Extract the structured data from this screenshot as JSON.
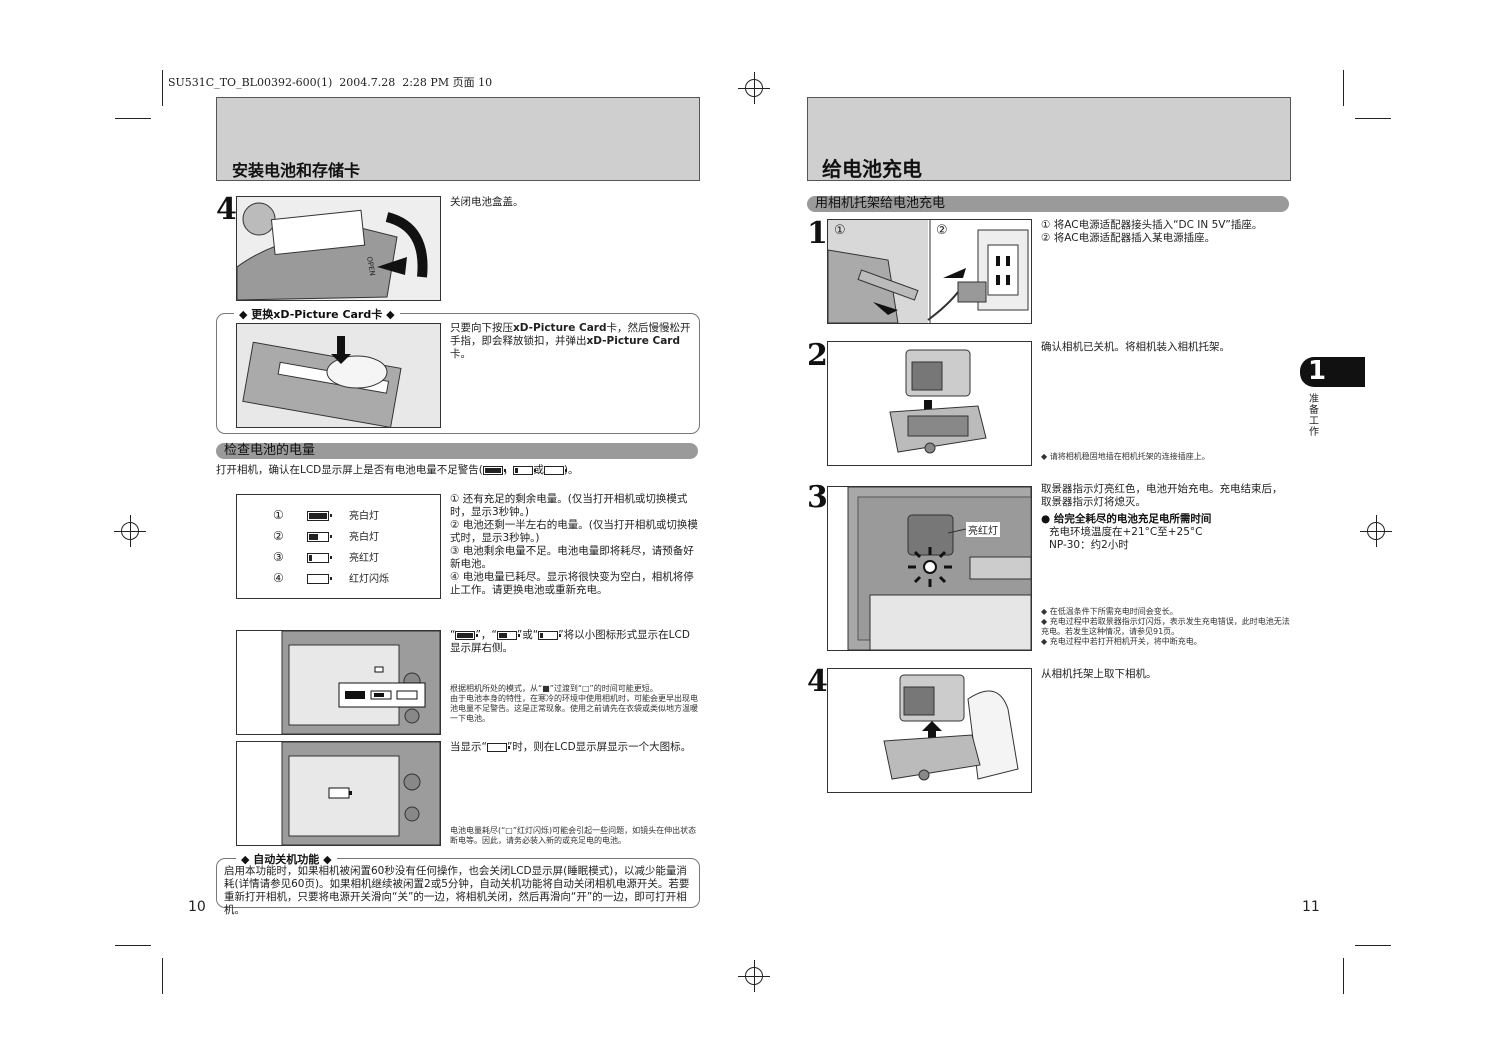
{
  "doc_header": "SU531C_TO_BL00392-600(1)  2004.7.28  2:28 PM 页面 10",
  "left": {
    "section_title": "安装电池和存储卡",
    "step4": {
      "num": "4",
      "text": "关闭电池盒盖。",
      "image_label": "OPEN"
    },
    "xd_box": {
      "label": "◆ 更换xD-Picture Card卡 ◆",
      "text_parts": [
        "只要向下按压",
        "xD-Picture Card",
        "卡，然后慢慢松开手指，即会释放锁扣，并弹出",
        "xD-Picture Card",
        "卡。"
      ]
    },
    "battery_check": {
      "title": "检查电池的电量",
      "intro_parts": [
        "打开相机，确认在LCD显示屏上是否有电池电量不足警告(",
        "，",
        "或",
        ")。"
      ],
      "levels": [
        {
          "num": "①",
          "label": "亮白灯",
          "fill": 1.0
        },
        {
          "num": "②",
          "label": "亮白灯",
          "fill": 0.5
        },
        {
          "num": "③",
          "label": "亮红灯",
          "fill": 0.15
        },
        {
          "num": "④",
          "label": "红灯闪烁",
          "fill": 0.0
        }
      ],
      "descriptions": [
        "① 还有充足的剩余电量。(仅当打开相机或切换模式时，显示3秒钟。)",
        "② 电池还剩一半左右的电量。(仅当打开相机或切换模式时，显示3秒钟。)",
        "③ 电池剩余电量不足。电池电量即将耗尽，请预备好新电池。",
        "④ 电池电量已耗尽。显示将很快变为空白，相机将停止工作。请更换电池或重新充电。"
      ],
      "icon_display_parts": [
        "“",
        "”，“",
        "”或“",
        "”将以小图标形式显示在LCD显示屏右侧。"
      ],
      "notes1": [
        "根据相机所处的模式，从“■”过渡到“□”的时间可能更短。",
        "由于电池本身的特性，在寒冷的环境中使用相机时，可能会更早出现电池电量不足警告。这是正常现象。使用之前请先在衣袋或类似地方温暖一下电池。"
      ],
      "big_icon_parts": [
        "当显示“",
        "”时，则在LCD显示屏显示一个大图标。"
      ],
      "note2": "电池电量耗尽(“□”红灯闪烁)可能会引起一些问题，如镜头在伸出状态断电等。因此，请务必装入新的或充足电的电池。"
    },
    "auto_off": {
      "label": "◆ 自动关机功能 ◆",
      "text": "启用本功能时，如果相机被闲置60秒没有任何操作，也会关闭LCD显示屏(睡眠模式)，以减少能量消耗(详情请参见60页)。如果相机继续被闲置2或5分钟，自动关机功能将自动关闭相机电源开关。若要重新打开相机，只要将电源开关滑向“关”的一边，将相机关闭，然后再滑向“开”的一边，即可打开相机。"
    },
    "page_num": "10"
  },
  "right": {
    "section_title": "给电池充电",
    "sub_title": "用相机托架给电池充电",
    "steps": [
      {
        "num": "1",
        "lines": [
          "① 将AC电源适配器接头插入“DC IN 5V”插座。",
          "② 将AC电源适配器插入某电源插座。"
        ],
        "marks": [
          "①",
          "②"
        ]
      },
      {
        "num": "2",
        "lines": [
          "确认相机已关机。将相机装入相机托架。"
        ],
        "note": "请将相机稳固地插在相机托架的连接插座上。"
      },
      {
        "num": "3",
        "lines": [
          "取景器指示灯亮红色，电池开始充电。充电结束后，取景器指示灯将熄灭。"
        ],
        "callout": "亮红灯",
        "sub_head": "● 给完全耗尽的电池充足电所需时间",
        "sub_lines": [
          "充电环境温度在+21°C至+25°C",
          "NP-30：约2小时"
        ],
        "notes": [
          "在低温条件下所需充电时间会变长。",
          "充电过程中若取景器指示灯闪烁，表示发生充电错误，此时电池无法充电。若发生这种情况，请参见91页。",
          "充电过程中若打开相机开关，将中断充电。"
        ]
      },
      {
        "num": "4",
        "lines": [
          "从相机托架上取下相机。"
        ]
      }
    ],
    "tab_num": "1",
    "tab_label": "准备工作",
    "page_num": "11"
  }
}
